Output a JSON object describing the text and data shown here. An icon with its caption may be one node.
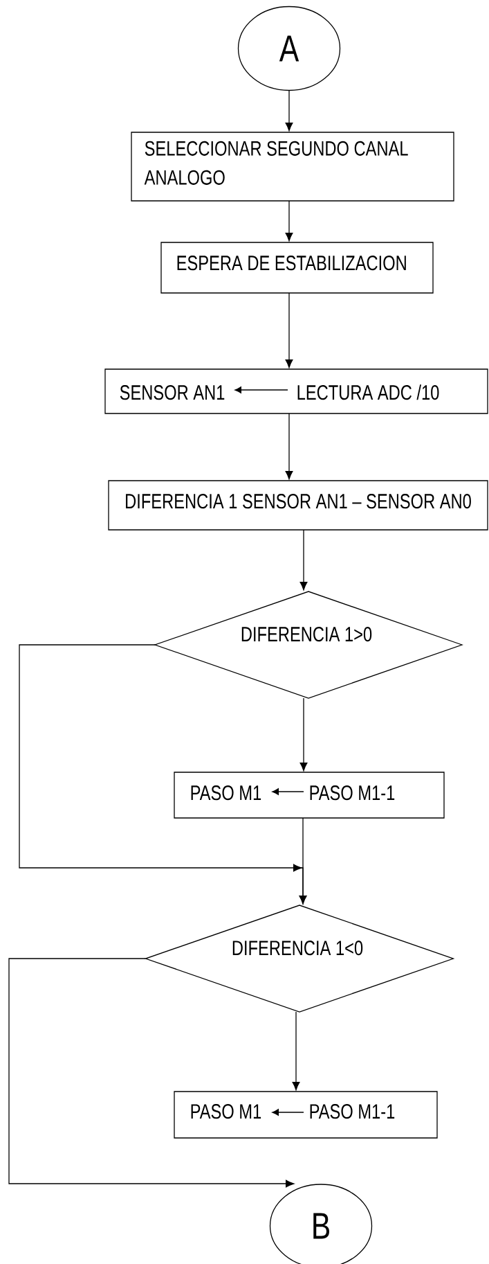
{
  "diagram": {
    "nodes": [
      {
        "text": [
          "A"
        ]
      },
      {
        "text": [
          "SELECCIONAR SEGUNDO CANAL ANALOGO"
        ]
      },
      {
        "text": [
          "ESPERA DE ESTABILIZACION"
        ]
      },
      {
        "text": [
          "SENSOR AN1",
          "LECTURA ADC /10"
        ]
      },
      {
        "text": [
          "DIFERENCIA 1 SENSOR AN1 – SENSOR AN0"
        ]
      },
      {
        "text": [
          "DIFERENCIA 1>0"
        ]
      },
      {
        "text": [
          "PASO M1",
          "PASO M1-1"
        ]
      },
      {
        "text": [
          "DIFERENCIA 1<0"
        ]
      },
      {
        "text": [
          "PASO M1",
          "PASO M1-1"
        ]
      },
      {
        "text": [
          "B"
        ]
      }
    ],
    "edges": [
      {
        "from": 0,
        "to": 1,
        "arrow": "to"
      },
      {
        "from": 1,
        "to": 2,
        "arrow": "to"
      },
      {
        "from": 2,
        "to": 3,
        "arrow": "to"
      },
      {
        "from": 3,
        "to": 4,
        "arrow": "to"
      },
      {
        "from": 4,
        "to": 5,
        "arrow": "to"
      },
      {
        "from": 5,
        "to": 6,
        "arrow": "to"
      },
      {
        "from": 6,
        "to": 7,
        "arrow": "to"
      },
      {
        "from": 5,
        "to": 7,
        "arrow": "to"
      },
      {
        "from": 7,
        "to": 8,
        "arrow": "to"
      },
      {
        "from": 7,
        "to": 9,
        "arrow": "to"
      }
    ]
  }
}
